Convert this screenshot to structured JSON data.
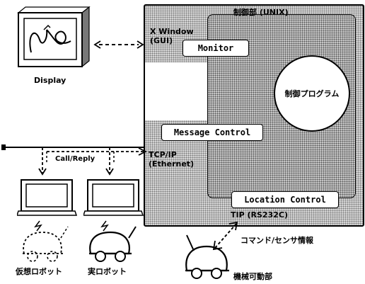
{
  "control_unit": {
    "title": "制御部 (UNIX)",
    "xwindow": "X Window\n(GUI)",
    "monitor": "Monitor",
    "control_program": "制御プログラム",
    "message_control": "Message Control",
    "tcpip": "TCP/IP\n(Ethernet)",
    "location_control": "Location Control",
    "tip": "TIP (RS232C)"
  },
  "display": {
    "label": "Display"
  },
  "network": {
    "call_reply": "Call/Reply"
  },
  "robots": {
    "virtual": "仮想ロボット",
    "real": "実ロボット",
    "machine": "機械可動部",
    "command_sensor": "コマンド/センサ情報"
  }
}
